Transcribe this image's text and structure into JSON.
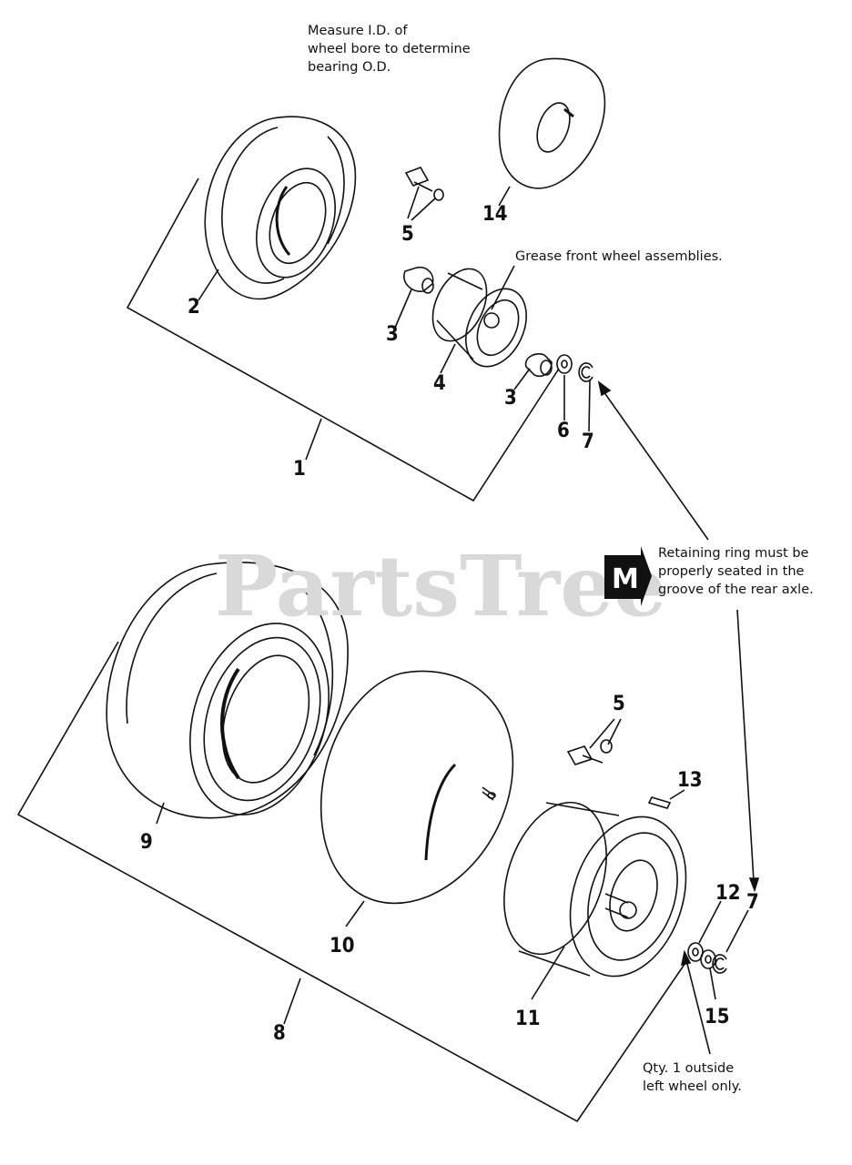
{
  "watermark": "PartsTree",
  "notes": {
    "measure": "Measure I.D. of\nwheel bore to determine\nbearing O.D.",
    "grease": "Grease front wheel assemblies.",
    "retaining": "Retaining ring must be\nproperly seated in the\ngroove of the rear axle.",
    "qty": "Qty. 1 outside\nleft wheel only."
  },
  "badge": "M",
  "callouts": {
    "c1": "1",
    "c2": "2",
    "c3a": "3",
    "c3b": "3",
    "c4": "4",
    "c5a": "5",
    "c5b": "5",
    "c6": "6",
    "c7a": "7",
    "c7b": "7",
    "c8": "8",
    "c9": "9",
    "c10": "10",
    "c11": "11",
    "c12": "12",
    "c13": "13",
    "c14": "14",
    "c15": "15"
  }
}
